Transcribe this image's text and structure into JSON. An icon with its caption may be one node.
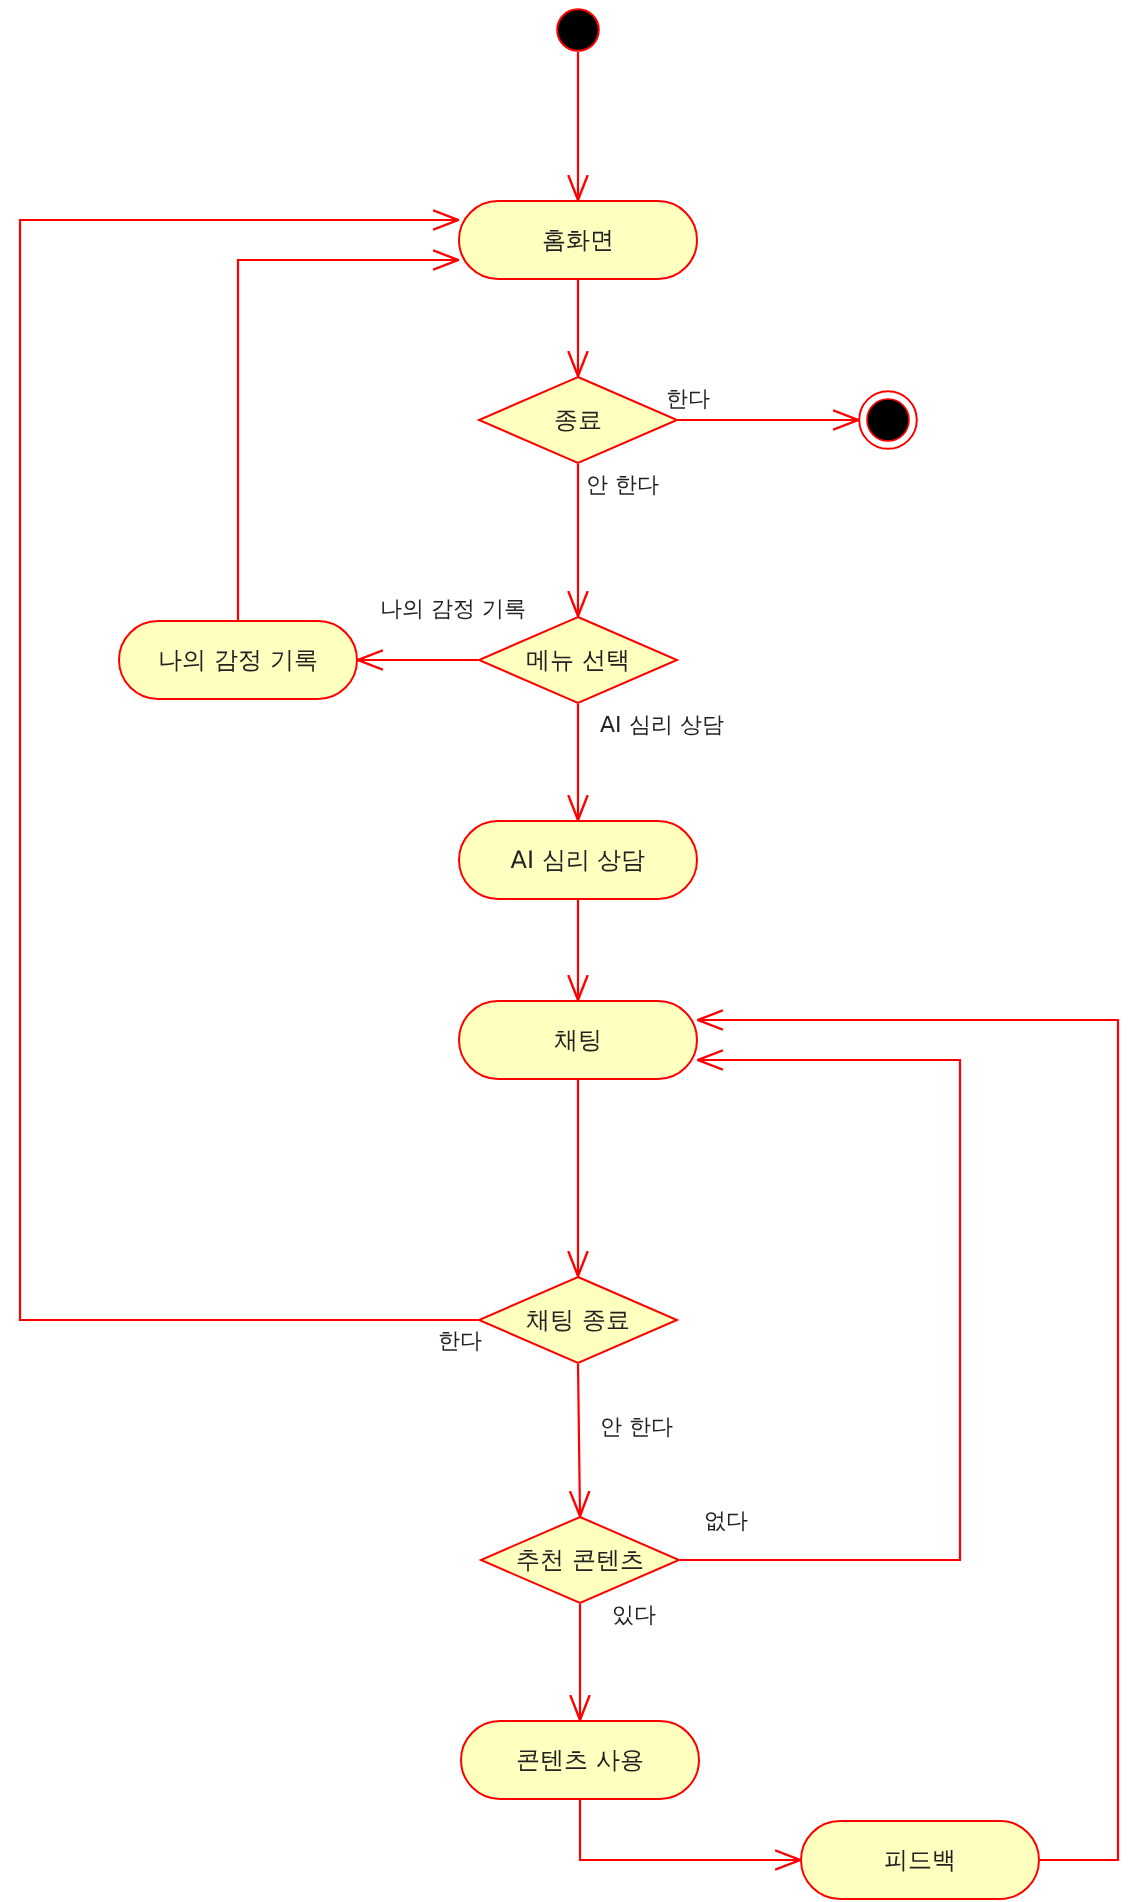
{
  "diagram": {
    "nodes": [
      {
        "text": [],
        "shape": "circle"
      },
      {
        "text": [
          "홈화면"
        ]
      },
      {
        "text": [
          "종료"
        ]
      },
      {
        "text": [],
        "shape": "circle"
      },
      {
        "text": [
          "나의 감정 기록"
        ]
      },
      {
        "text": [
          "메뉴 선택"
        ]
      },
      {
        "text": [
          "AI 심리 상담"
        ]
      },
      {
        "text": [
          "채팅"
        ]
      },
      {
        "text": [
          "채팅 종료"
        ]
      },
      {
        "text": [
          "추천 콘텐츠"
        ]
      },
      {
        "text": [
          "콘텐츠 사용"
        ]
      },
      {
        "text": [
          "피드백"
        ]
      }
    ],
    "edges": [
      {
        "from": 0,
        "to": 1,
        "arrow": "to"
      },
      {
        "from": 1,
        "to": 2,
        "arrow": "to"
      },
      {
        "from": 2,
        "to": 3,
        "arrow": "to",
        "label": "한다"
      },
      {
        "from": 2,
        "to": 5,
        "arrow": "to",
        "label": "안 한다"
      },
      {
        "from": 5,
        "to": 4,
        "arrow": "to",
        "label": "나의 감정 기록"
      },
      {
        "from": 4,
        "to": 1,
        "arrow": "to"
      },
      {
        "from": 5,
        "to": 6,
        "arrow": "to",
        "label": "AI 심리 상담"
      },
      {
        "from": 6,
        "to": 7,
        "arrow": "to"
      },
      {
        "from": 7,
        "to": 8,
        "arrow": "to"
      },
      {
        "from": 8,
        "to": 1,
        "arrow": "to",
        "label": "한다"
      },
      {
        "from": 8,
        "to": 9,
        "arrow": "to",
        "label": "안 한다"
      },
      {
        "from": 9,
        "to": 7,
        "arrow": "to",
        "label": "없다"
      },
      {
        "from": 9,
        "to": 10,
        "arrow": "to",
        "label": "있다"
      },
      {
        "from": 10,
        "to": 11,
        "arrow": "to"
      },
      {
        "from": 11,
        "to": 7,
        "arrow": "to"
      }
    ]
  }
}
